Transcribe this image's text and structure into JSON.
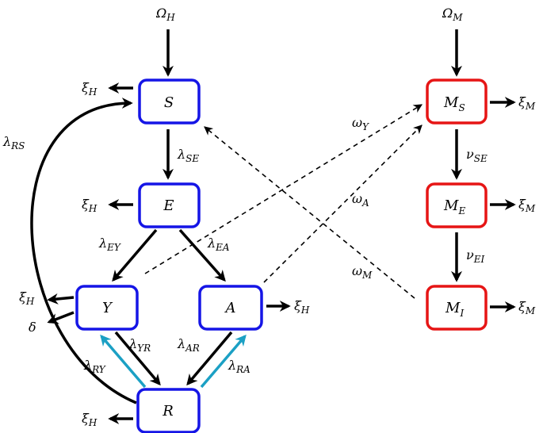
{
  "colors": {
    "human": "#1515e6",
    "mosquito": "#e61515",
    "loss": "#000000",
    "recovery_back": "#1ba0c4",
    "infection": "#000000"
  },
  "nodes": {
    "S": {
      "main": "S",
      "sub": ""
    },
    "E": {
      "main": "E",
      "sub": ""
    },
    "Y": {
      "main": "Y",
      "sub": ""
    },
    "A": {
      "main": "A",
      "sub": ""
    },
    "R": {
      "main": "R",
      "sub": ""
    },
    "MS": {
      "main": "M",
      "sub": "S"
    },
    "ME": {
      "main": "M",
      "sub": "E"
    },
    "MI": {
      "main": "M",
      "sub": "I"
    }
  },
  "labels": {
    "omega_H": {
      "main": "Ω",
      "sub": "H"
    },
    "omega_M": {
      "main": "Ω",
      "sub": "M"
    },
    "lambda_SE": {
      "main": "λ",
      "sub": "SE"
    },
    "lambda_EY": {
      "main": "λ",
      "sub": "EY"
    },
    "lambda_EA": {
      "main": "λ",
      "sub": "EA"
    },
    "lambda_YR": {
      "main": "λ",
      "sub": "YR"
    },
    "lambda_RY": {
      "main": "λ",
      "sub": "RY"
    },
    "lambda_AR": {
      "main": "λ",
      "sub": "AR"
    },
    "lambda_RA": {
      "main": "λ",
      "sub": "RA"
    },
    "lambda_RS": {
      "main": "λ",
      "sub": "RS"
    },
    "nu_SE": {
      "main": "ν",
      "sub": "SE"
    },
    "nu_EI": {
      "main": "ν",
      "sub": "EI"
    },
    "w_Y": {
      "main": "ω",
      "sub": "Y"
    },
    "w_A": {
      "main": "ω",
      "sub": "A"
    },
    "w_M": {
      "main": "ω",
      "sub": "M"
    },
    "xi_S": {
      "main": "ξ",
      "sub": "H"
    },
    "xi_E": {
      "main": "ξ",
      "sub": "H"
    },
    "xi_Y": {
      "main": "ξ",
      "sub": "H"
    },
    "delta_Y": {
      "main": "δ",
      "sub": ""
    },
    "xi_A": {
      "main": "ξ",
      "sub": "H"
    },
    "xi_R": {
      "main": "ξ",
      "sub": "H"
    },
    "xi_MS": {
      "main": "ξ",
      "sub": "M"
    },
    "xi_ME": {
      "main": "ξ",
      "sub": "M"
    },
    "xi_MI": {
      "main": "ξ",
      "sub": "M"
    }
  }
}
